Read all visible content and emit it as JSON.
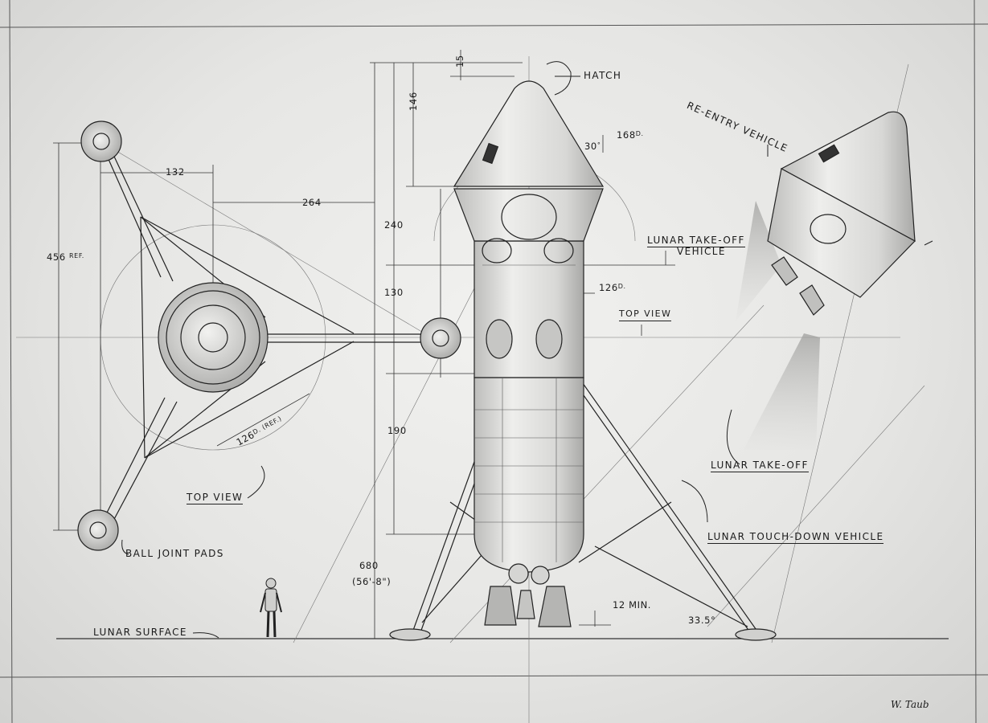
{
  "labels": {
    "hatch": "HATCH",
    "reentry": "RE-ENTRY VEHICLE",
    "lunar_takeoff_vehicle_1": "LUNAR TAKE-OFF",
    "lunar_takeoff_vehicle_2": "VEHICLE",
    "top_view_right": "TOP VIEW",
    "top_view_left": "TOP VIEW",
    "lunar_takeoff": "LUNAR TAKE-OFF",
    "touchdown": "LUNAR TOUCH-DOWN VEHICLE",
    "ball_joint": "BALL JOINT PADS",
    "lunar_surface": "LUNAR SURFACE",
    "signature": "W. Taub"
  },
  "dimensions": {
    "d15": "15",
    "d146": "146",
    "d30": "30",
    "deg": "°",
    "d168": "168",
    "dsup": "D.",
    "d240": "240",
    "d130": "130",
    "d126": "126",
    "d190": "190",
    "d680": "680",
    "d680b": "(56'-8\")",
    "d12min": "12 MIN.",
    "d335": "33.5°",
    "d132": "132",
    "d264": "264",
    "d456": "456",
    "ref": "REF.",
    "d126ref": "126",
    "dref": "D. (REF.)"
  },
  "colors": {
    "line": "#222222",
    "shade": "#9a9a98",
    "paper": "#ececea"
  }
}
